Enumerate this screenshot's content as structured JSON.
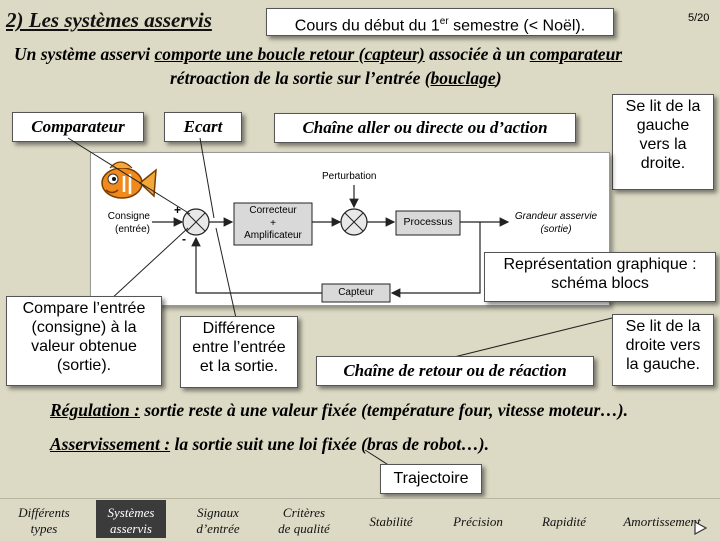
{
  "header": {
    "title": "2) Les systèmes asservis",
    "course_box": "Cours du début du 1er semestre (< Noël).",
    "course_pre": "Cours du début du 1",
    "course_sup": "er",
    "course_post": " semestre (< Noël).",
    "page_number": "5/20"
  },
  "intro": {
    "line1_parts": [
      "Un système asservi ",
      "comporte une boucle retour (capteur)",
      " associée à un ",
      "comparateur"
    ],
    "line2_parts": [
      "rétroaction de la sortie sur l’entrée (",
      "bouclage",
      ")"
    ]
  },
  "labels": {
    "comparateur": "Comparateur",
    "ecart": "Ecart",
    "chaine_aller": "Chaîne aller ou directe ou d’action",
    "chaine_retour": "Chaîne de retour ou de réaction",
    "gauche_droite": [
      "Se lit de la",
      "gauche",
      "vers la",
      "droite."
    ],
    "droite_gauche": [
      "Se lit de la",
      "droite vers",
      "la gauche."
    ],
    "representation": [
      "Représentation graphique :",
      "schéma blocs"
    ],
    "compare": [
      "Compare l’entrée",
      "(consigne) à la",
      "valeur obtenue",
      "(sortie)."
    ],
    "difference": [
      "Différence",
      "entre l’entrée",
      "et la sortie."
    ]
  },
  "diagram": {
    "perturbation": "Perturbation",
    "consigne": [
      "Consigne",
      "(entrée)"
    ],
    "plus": "+",
    "minus": "-",
    "correcteur": [
      "Correcteur",
      "+",
      "Amplificateur"
    ],
    "processus": "Processus",
    "grandeur": [
      "Grandeur asservie",
      "(sortie)"
    ],
    "capteur": "Capteur"
  },
  "definitions": {
    "regulation_term": "Régulation :",
    "regulation_text": " sortie reste à une valeur fixée (température four, vitesse moteur…).",
    "asservissement_term": "Asservissement :",
    "asservissement_text": " la sortie suit une loi fixée (bras de robot…).",
    "trajectoire": "Trajectoire"
  },
  "nav": {
    "items": [
      [
        "Différents",
        "types"
      ],
      [
        "Systèmes",
        "asservis"
      ],
      [
        "Signaux",
        "d’entrée"
      ],
      [
        "Critères",
        "de qualité"
      ],
      [
        "Stabilité"
      ],
      [
        "Précision"
      ],
      [
        "Rapidité"
      ],
      [
        "Amortissement"
      ]
    ]
  },
  "colors": {
    "background": "#dcd9c4",
    "active_nav": "#3b3b3b",
    "diagram_block": "#d9d9d9"
  }
}
